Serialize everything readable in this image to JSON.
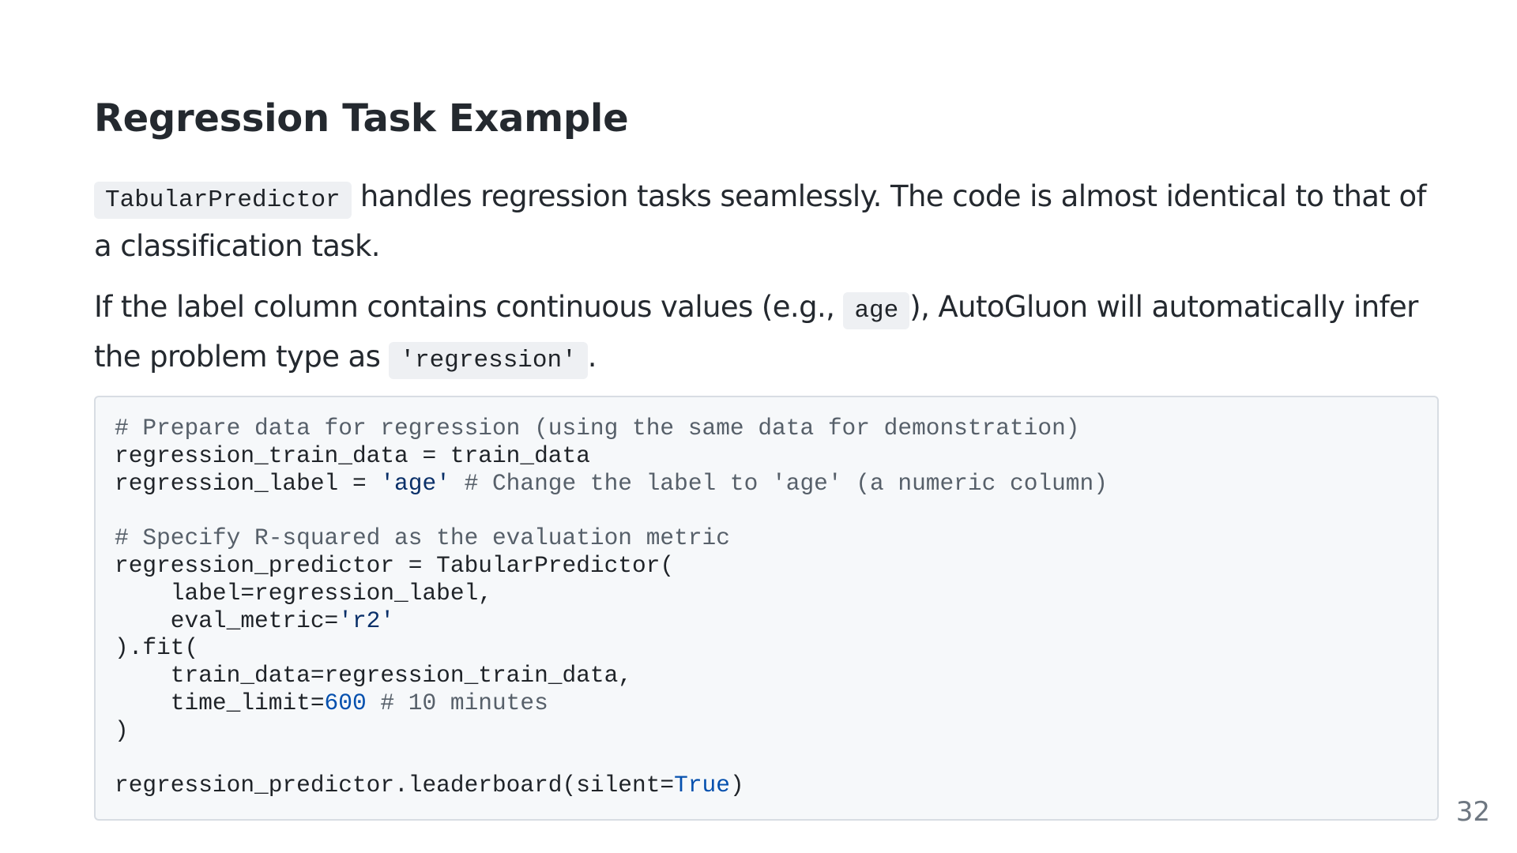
{
  "slide": {
    "title": "Regression Task Example",
    "page_number": "32"
  },
  "para1": {
    "code": "TabularPredictor",
    "text": " handles regression tasks seamlessly. The code is almost identical to that of a classification task."
  },
  "para2": {
    "text_before": "If the label column contains continuous values (e.g., ",
    "code1": "age",
    "text_mid": "), AutoGluon will automatically infer the problem type as ",
    "code2": "'regression'",
    "text_after": "."
  },
  "code": {
    "lines": [
      [
        {
          "t": "# Prepare data for regression (using the same data for demonstration)",
          "c": "comment"
        }
      ],
      [
        {
          "t": "regression_train_data = train_data",
          "c": "plain"
        }
      ],
      [
        {
          "t": "regression_label = ",
          "c": "plain"
        },
        {
          "t": "'age'",
          "c": "string"
        },
        {
          "t": " # Change the label to 'age' (a numeric column)",
          "c": "comment"
        }
      ],
      [],
      [
        {
          "t": "# Specify R-squared as the evaluation metric",
          "c": "comment"
        }
      ],
      [
        {
          "t": "regression_predictor = TabularPredictor(",
          "c": "plain"
        }
      ],
      [
        {
          "t": "    label=regression_label,",
          "c": "plain"
        }
      ],
      [
        {
          "t": "    eval_metric=",
          "c": "plain"
        },
        {
          "t": "'r2'",
          "c": "string"
        }
      ],
      [
        {
          "t": ").fit(",
          "c": "plain"
        }
      ],
      [
        {
          "t": "    train_data=regression_train_data,",
          "c": "plain"
        }
      ],
      [
        {
          "t": "    time_limit=",
          "c": "plain"
        },
        {
          "t": "600",
          "c": "number"
        },
        {
          "t": " # 10 minutes",
          "c": "comment"
        }
      ],
      [
        {
          "t": ")",
          "c": "plain"
        }
      ],
      [],
      [
        {
          "t": "regression_predictor.leaderboard(silent=",
          "c": "plain"
        },
        {
          "t": "True",
          "c": "keyword"
        },
        {
          "t": ")",
          "c": "plain"
        }
      ]
    ]
  }
}
